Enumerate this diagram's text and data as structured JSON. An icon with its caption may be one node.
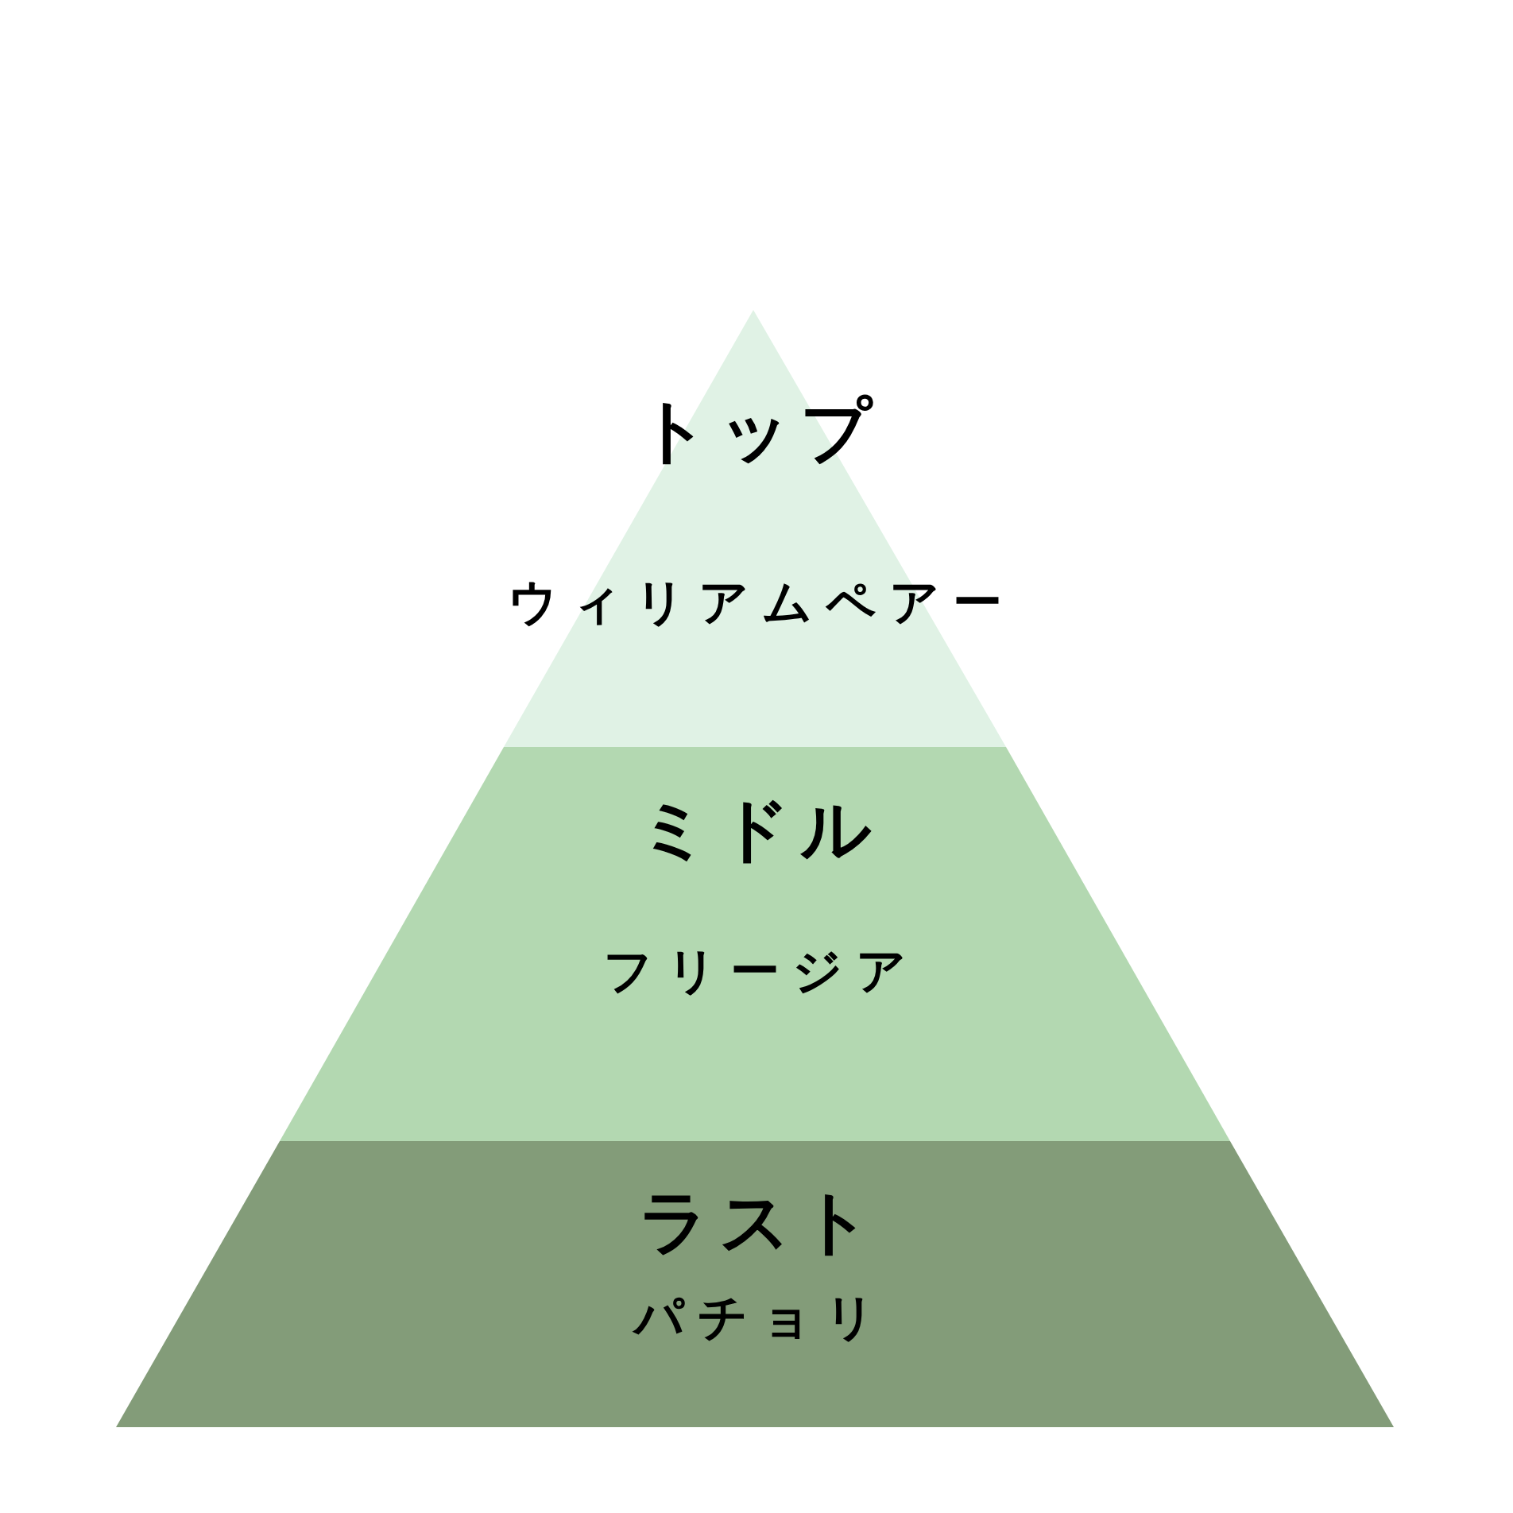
{
  "diagram": {
    "nodes": [
      {
        "text": [
          "トップ",
          "ウィリアムペアー"
        ]
      },
      {
        "text": [
          "ミドル",
          "フリージア"
        ]
      },
      {
        "text": [
          "ラスト",
          "パチョリ"
        ]
      }
    ]
  }
}
